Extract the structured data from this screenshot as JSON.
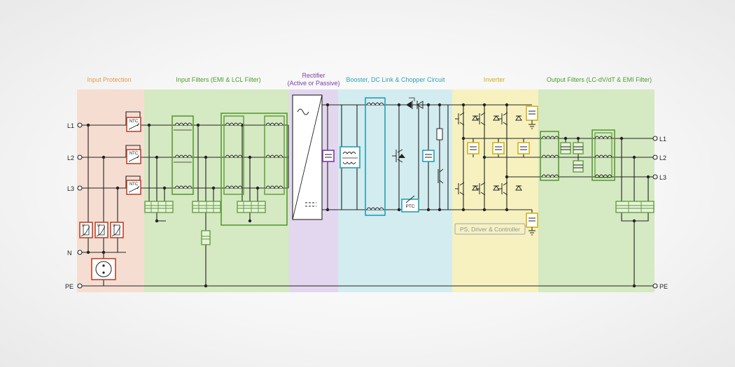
{
  "sections": {
    "input_protection": "Input Protection",
    "input_filters": "Input Filters (EMI & LCL Filter)",
    "rectifier_line1": "Rectifier",
    "rectifier_line2": "(Active or Passive)",
    "booster": "Booster, DC Link & Chopper Circuit",
    "inverter": "Inverter",
    "output_filters": "Output Filters (LC-dV/dT & EMI Filter)"
  },
  "terminals_in": {
    "l1": "L1",
    "l2": "L2",
    "l3": "L3",
    "n": "N",
    "pe": "PE"
  },
  "terminals_out": {
    "l1": "L1",
    "l2": "L2",
    "l3": "L3",
    "pe": "PE"
  },
  "components": {
    "ntc": "NTC",
    "ptc": "PTC",
    "varistor": "U",
    "ps_driver": "PS, Driver & Controller"
  },
  "colors": {
    "input_protection": "#f6ddd2",
    "filters": "#d5e9c3",
    "rectifier": "#e3d7ef",
    "booster": "#d3ecef",
    "inverter": "#f6f1bf",
    "orange_label": "#e59a4c",
    "green_label": "#4e9b2c",
    "purple_label": "#7d3ea3",
    "teal_label": "#2aa3b8",
    "yellow_label": "#cfae16",
    "red_component": "#b9452a",
    "green_component": "#5a9a33",
    "purple_component": "#7a3aa6",
    "teal_component": "#23a0b3",
    "yellow_component": "#d1b21a"
  }
}
